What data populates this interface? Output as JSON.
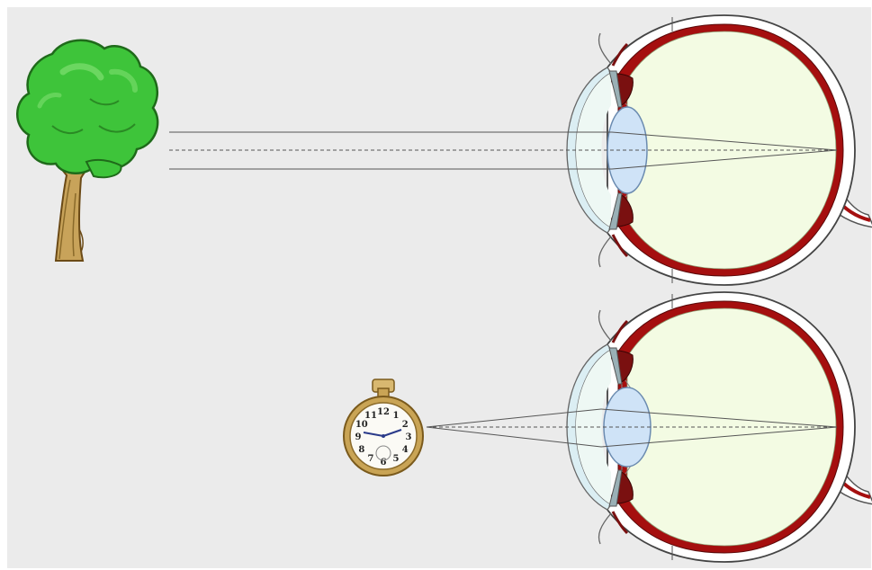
{
  "diagram": {
    "background_color": "#ebebeb",
    "sclera_color": "#ffffff",
    "vitreous_color": "#f3fbe3",
    "choroid_color": "#a50f0f",
    "lens_color": "#cfe3f7",
    "cornea_color": "#dbeef3",
    "ray_color": "#555555",
    "panels": [
      {
        "object": "tree",
        "ray_mode": "parallel",
        "lens_state": "relaxed"
      },
      {
        "object": "pocket-watch",
        "ray_mode": "diverging",
        "lens_state": "accommodated"
      }
    ],
    "watch_dial_numerals": [
      "12",
      "1",
      "2",
      "3",
      "4",
      "5",
      "6",
      "7",
      "8",
      "9",
      "10",
      "11"
    ]
  }
}
